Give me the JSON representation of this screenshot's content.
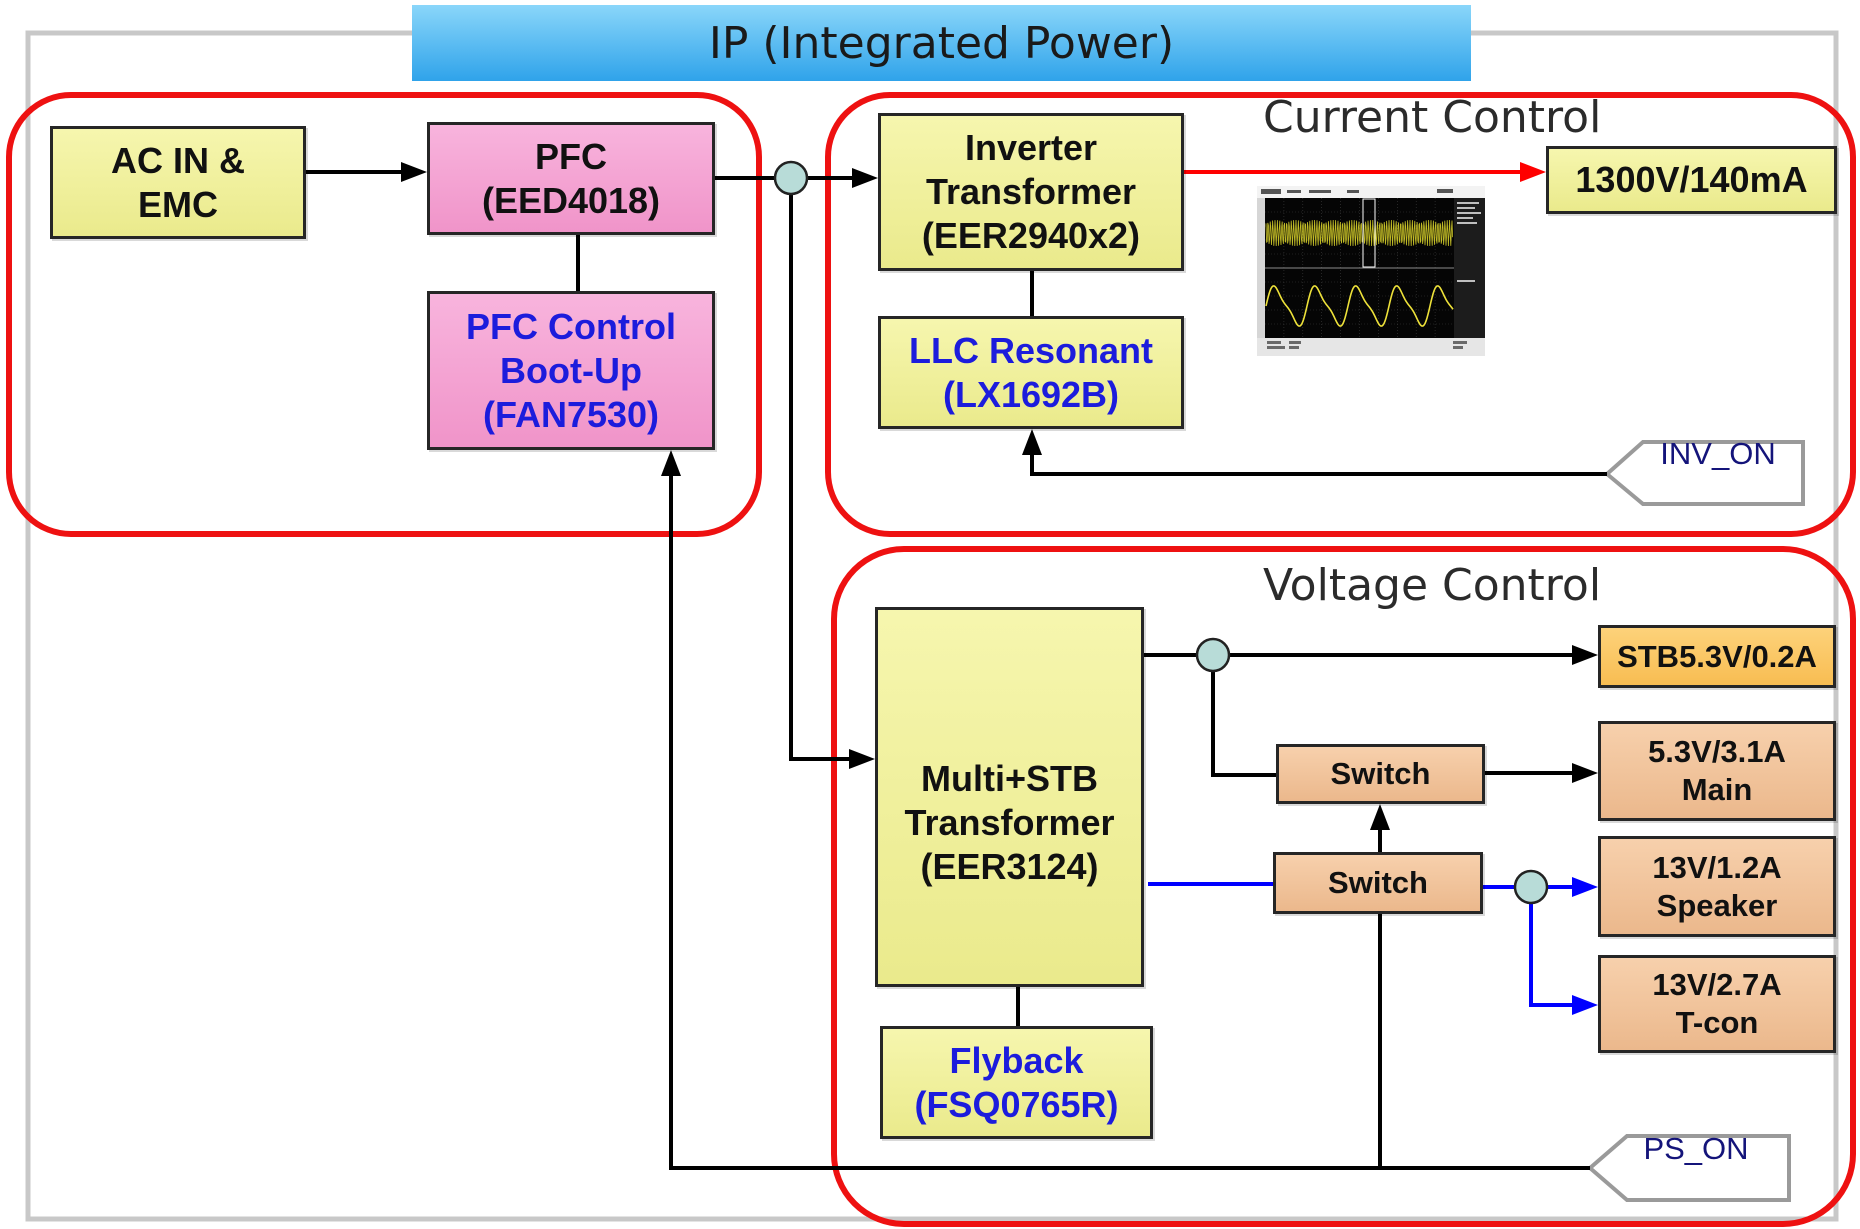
{
  "title": "IP (Integrated Power)",
  "groups": {
    "current_control": {
      "label": "Current Control"
    },
    "voltage_control": {
      "label": "Voltage Control"
    }
  },
  "blocks": {
    "ac_in_emc": {
      "lines": [
        "AC IN &",
        "EMC"
      ]
    },
    "pfc": {
      "lines": [
        "PFC",
        "(EED4018)"
      ]
    },
    "pfc_control": {
      "lines": [
        "PFC Control",
        "Boot-Up",
        "(FAN7530)"
      ]
    },
    "inverter_transformer": {
      "lines": [
        "Inverter",
        "Transformer",
        "(EER2940x2)"
      ]
    },
    "llc_resonant": {
      "lines": [
        "LLC Resonant",
        "(LX1692B)"
      ]
    },
    "multi_stb_transformer": {
      "lines": [
        "Multi+STB",
        "Transformer",
        "(EER3124)"
      ]
    },
    "flyback": {
      "lines": [
        "Flyback",
        "(FSQ0765R)"
      ]
    },
    "switch_main": {
      "lines": [
        "Switch"
      ]
    },
    "switch_power": {
      "lines": [
        "Switch"
      ]
    }
  },
  "outputs": {
    "hv_1300v": {
      "lines": [
        "1300V/140mA"
      ]
    },
    "stb": {
      "lines": [
        "STB5.3V/0.2A"
      ]
    },
    "main": {
      "lines": [
        "5.3V/3.1A",
        "Main"
      ]
    },
    "speaker": {
      "lines": [
        "13V/1.2A",
        "Speaker"
      ]
    },
    "tcon": {
      "lines": [
        "13V/2.7A",
        "T-con"
      ]
    }
  },
  "signals": {
    "inv_on": "INV_ON",
    "ps_on": "PS_ON"
  },
  "colors": {
    "group_border": "#ee1111",
    "frame": "#c8c8c8",
    "title_banner": "#3fb0ee",
    "block_yellow": "#f0f099",
    "block_pink": "#f4a2d2",
    "block_orange": "#fbc65f",
    "block_tan": "#f1c39b",
    "label_blue": "#1c1cdc",
    "hv_line": "#ff0000",
    "audio_line": "#0000ff",
    "junction": "#b8dcd8"
  }
}
